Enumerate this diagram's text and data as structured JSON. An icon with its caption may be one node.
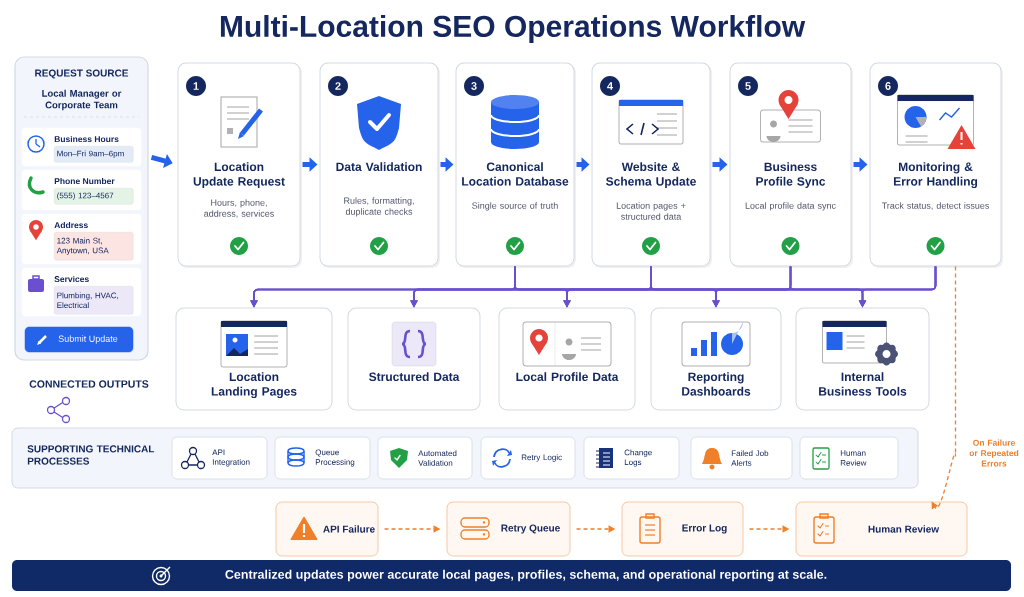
{
  "diagram": {
    "title": "Multi-Location SEO Operations Workflow",
    "caption": "Centralized updates power accurate local pages, profiles, schema, and operational reporting at scale.",
    "nodes": [
      {
        "text": [
          "REQUEST SOURCE",
          "Local Manager or Corporate Team"
        ]
      },
      {
        "text": [
          "Business Hours",
          "Mon–Fri 9am–6pm"
        ],
        "in": 0
      },
      {
        "text": [
          "Phone Number",
          "(555) 123–4567"
        ],
        "in": 0
      },
      {
        "text": [
          "Address",
          "123 Main St, Anytown, USA"
        ],
        "in": 0
      },
      {
        "text": [
          "Services",
          "Plumbing, HVAC, Electrical"
        ],
        "in": 0
      },
      {
        "text": [
          "Submit Update"
        ],
        "in": 0
      },
      {
        "text": [
          "1",
          "Location Update Request",
          "Hours, phone, address, services"
        ]
      },
      {
        "text": [
          "2",
          "Data Validation",
          "Rules, formatting, duplicate checks"
        ]
      },
      {
        "text": [
          "3",
          "Canonical Location Database",
          "Single source of truth"
        ]
      },
      {
        "text": [
          "4",
          "Website & Schema Update",
          "Location pages + structured data"
        ]
      },
      {
        "text": [
          "5",
          "Business Profile Sync",
          "Local profile data sync"
        ]
      },
      {
        "text": [
          "6",
          "Monitoring & Error Handling",
          "Track status, detect issues"
        ]
      },
      {
        "text": [
          "Location Landing Pages"
        ]
      },
      {
        "text": [
          "Structured Data"
        ]
      },
      {
        "text": [
          "Local Profile Data"
        ]
      },
      {
        "text": [
          "Reporting Dashboards"
        ]
      },
      {
        "text": [
          "Internal Business Tools"
        ]
      },
      {
        "text": [
          "SUPPORTING TECHNICAL PROCESSES"
        ]
      },
      {
        "text": [
          "API Integration"
        ],
        "in": 17
      },
      {
        "text": [
          "Queue Processing"
        ],
        "in": 17
      },
      {
        "text": [
          "Automated Validation"
        ],
        "in": 17
      },
      {
        "text": [
          "Retry Logic"
        ],
        "in": 17
      },
      {
        "text": [
          "Change Logs"
        ],
        "in": 17
      },
      {
        "text": [
          "Failed Job Alerts"
        ],
        "in": 17
      },
      {
        "text": [
          "Human Review"
        ],
        "in": 17
      },
      {
        "text": [
          "API Failure"
        ]
      },
      {
        "text": [
          "Retry Queue"
        ]
      },
      {
        "text": [
          "Error Log"
        ]
      },
      {
        "text": [
          "Human Review"
        ]
      }
    ],
    "edges": [
      {
        "from": 0,
        "to": 6,
        "arrow": "to",
        "style": "thick",
        "color": "#2563eb"
      },
      {
        "from": 6,
        "to": 7,
        "arrow": "to",
        "style": "thick",
        "color": "#2563eb"
      },
      {
        "from": 7,
        "to": 8,
        "arrow": "to",
        "style": "thick",
        "color": "#2563eb"
      },
      {
        "from": 8,
        "to": 9,
        "arrow": "to",
        "style": "thick",
        "color": "#2563eb"
      },
      {
        "from": 9,
        "to": 10,
        "arrow": "to",
        "style": "thick",
        "color": "#2563eb"
      },
      {
        "from": 10,
        "to": 11,
        "arrow": "to",
        "style": "thick",
        "color": "#2563eb"
      },
      {
        "from": 8,
        "to": 12,
        "arrow": "to"
      },
      {
        "from": 8,
        "to": 13,
        "arrow": "to"
      },
      {
        "from": 8,
        "to": 14,
        "arrow": "to"
      },
      {
        "from": 8,
        "to": 15,
        "arrow": "to"
      },
      {
        "from": 8,
        "to": 16,
        "arrow": "to"
      },
      {
        "from": 9,
        "to": 12,
        "arrow": "to"
      },
      {
        "from": 9,
        "to": 13,
        "arrow": "to"
      },
      {
        "from": 9,
        "to": 14,
        "arrow": "to"
      },
      {
        "from": 9,
        "to": 15,
        "arrow": "to"
      },
      {
        "from": 9,
        "to": 16,
        "arrow": "to"
      },
      {
        "from": 10,
        "to": 12,
        "arrow": "to"
      },
      {
        "from": 10,
        "to": 13,
        "arrow": "to"
      },
      {
        "from": 10,
        "to": 14,
        "arrow": "to"
      },
      {
        "from": 10,
        "to": 15,
        "arrow": "to"
      },
      {
        "from": 10,
        "to": 16,
        "arrow": "to"
      },
      {
        "from": 11,
        "to": 12,
        "arrow": "to"
      },
      {
        "from": 11,
        "to": 13,
        "arrow": "to"
      },
      {
        "from": 11,
        "to": 14,
        "arrow": "to"
      },
      {
        "from": 11,
        "to": 15,
        "arrow": "to"
      },
      {
        "from": 11,
        "to": 16,
        "arrow": "to"
      },
      {
        "from": 11,
        "to": 28,
        "arrow": "to",
        "label": "On Failure or Repeated Errors",
        "style": "dashed",
        "color": "#f07f2a"
      },
      {
        "from": 25,
        "to": 26,
        "arrow": "to",
        "style": "dashed",
        "color": "#f07f2a"
      },
      {
        "from": 26,
        "to": 27,
        "arrow": "to",
        "style": "dashed",
        "color": "#f07f2a"
      },
      {
        "from": 27,
        "to": 28,
        "arrow": "to",
        "style": "dashed",
        "color": "#f07f2a"
      }
    ],
    "labels": [
      "CONNECTED OUTPUTS"
    ]
  }
}
